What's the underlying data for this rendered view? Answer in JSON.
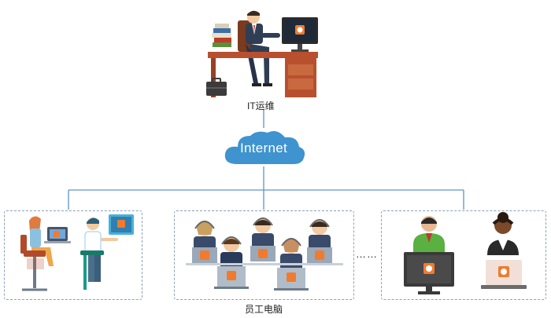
{
  "top": {
    "label": "IT运维"
  },
  "network": {
    "label": "Internet"
  },
  "bottom": {
    "label": "员工电脑",
    "ellipsis": "……"
  },
  "colors": {
    "cloud": "#3f93cf",
    "line": "#5f93c6",
    "box_border": "#8aa0b8",
    "app_icon": "#f07b2e",
    "desk": "#b8502f"
  },
  "icons": [
    "admin-worker-icon",
    "monitor-icon",
    "briefcase-icon",
    "books-icon",
    "cloud-icon",
    "app-logo-icon",
    "laptop-icon",
    "headset-agent-icon"
  ]
}
